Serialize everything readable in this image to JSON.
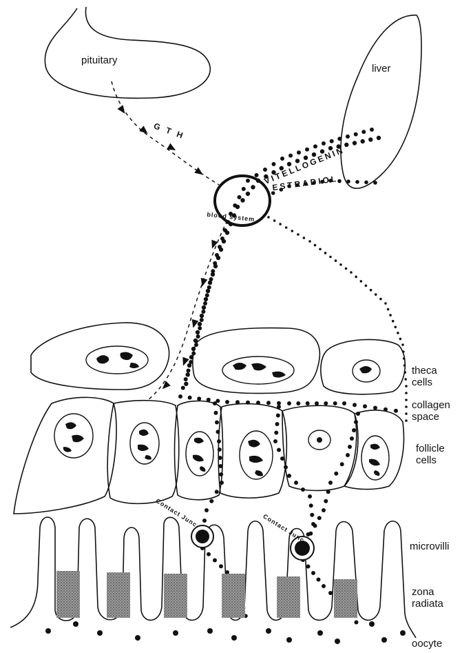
{
  "labels": {
    "pituitary": "pituitary",
    "liver": "liver",
    "gth": "G T H",
    "vitellogenin": "VITELLOGENIN",
    "estradiol": "ESTRADIOL",
    "blood_system": "blood system",
    "theca_line1": "theca",
    "theca_line2": "cells",
    "collagen_line1": "collagen",
    "collagen_line2": "space",
    "follicle_line1": "follicle",
    "follicle_line2": "cells",
    "microvilli": "microvilli",
    "zona_line1": "zona",
    "zona_line2": "radiata",
    "oocyte": "oocyte",
    "contact_junc_1": "Contact Junc.",
    "contact_junc_2": "Contact Junc."
  },
  "colors": {
    "ink": "#111111",
    "paper": "#ffffff",
    "zona_fill": "#8a8a8a"
  }
}
